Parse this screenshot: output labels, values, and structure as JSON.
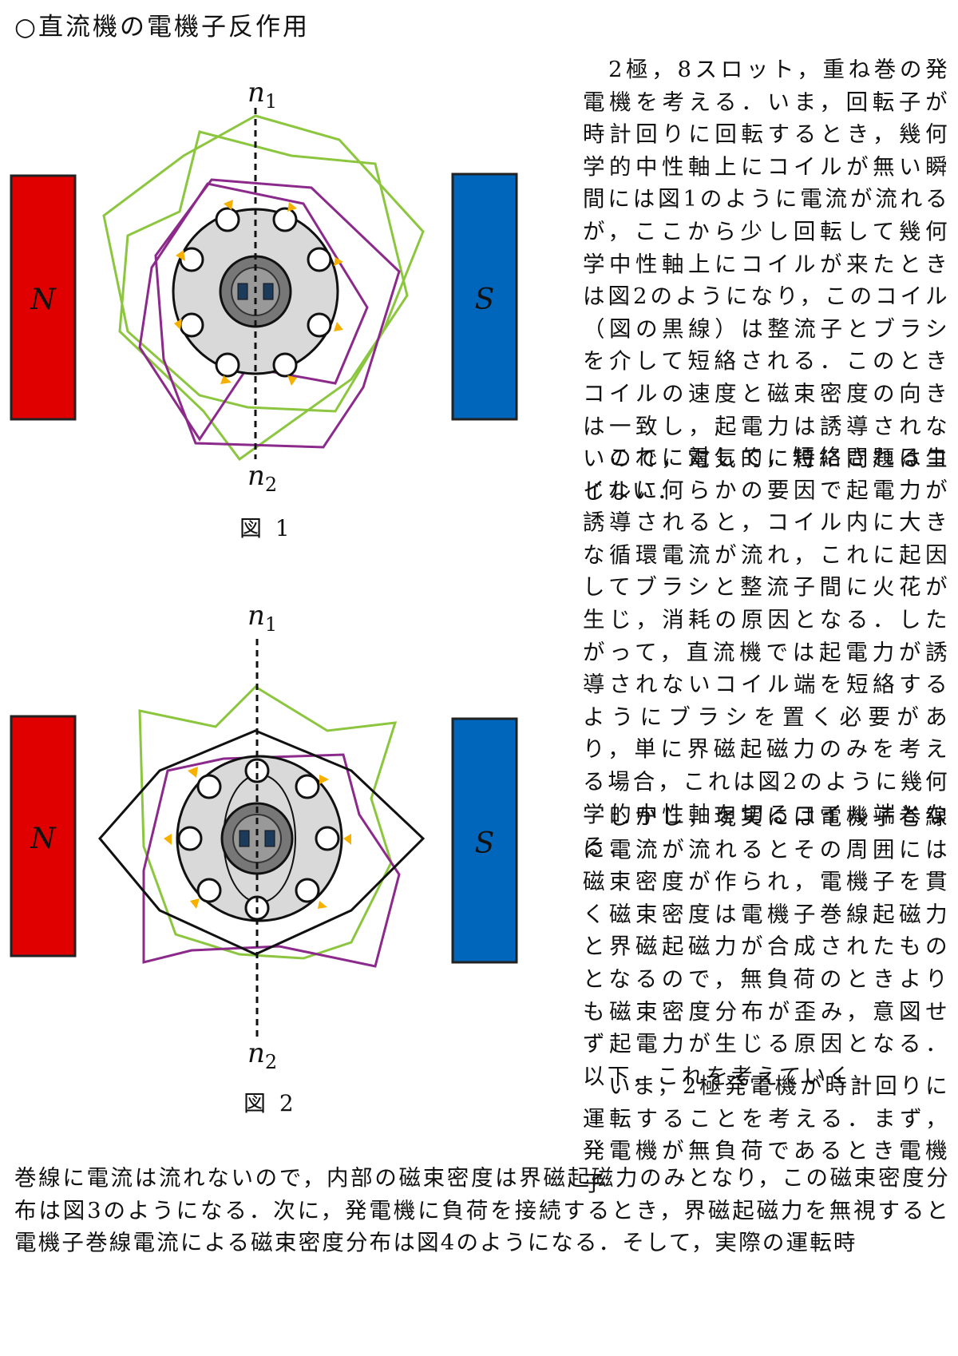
{
  "title": "○直流機の電機子反作用",
  "figure1": {
    "caption": "図 1",
    "axis_top": "n",
    "axis_top_sub": "1",
    "axis_bottom": "n",
    "axis_bottom_sub": "2",
    "pole_left": "N",
    "pole_right": "S"
  },
  "figure2": {
    "caption": "図 2",
    "axis_top": "n",
    "axis_top_sub": "1",
    "axis_bottom": "n",
    "axis_bottom_sub": "2",
    "pole_left": "N",
    "pole_right": "S"
  },
  "colors": {
    "north_pole": "#e00000",
    "south_pole": "#0066bb",
    "coil_green": "#8cc63f",
    "coil_purple": "#8b2a8b",
    "brush_yellow": "#f5b000",
    "rotor_gray": "#d9d9d9",
    "commutator_gray": "#777777"
  },
  "paragraphs": {
    "p1": "2極，8スロット，重ね巻の発電機を考える．いま，回転子が時計回りに回転するとき，幾何学的中性軸上にコイルが無い瞬間には図1のように電流が流れるが，ここから少し回転して幾何学中性軸上にコイルが来たときは図2のようになり，このコイル（図の黒線）は整流子とブラシを介して短絡される．このときコイルの速度と磁束密度の向きは一致し，起電力は誘導されないので，電気的に特に問題は生じない．",
    "p2": "これに対して，短絡されるコイルに何らかの要因で起電力が誘導されると，コイル内に大きな循環電流が流れ，これに起因してブラシと整流子間に火花が生じ，消耗の原因となる．したがって，直流機では起電力が誘導されないコイル端を短絡するようにブラシを置く必要があり，単に界磁起磁力のみを考える場合，これは図2のように幾何学的中性軸を切るコイル端となる．",
    "p3": "しかし，現実には電機子巻線に電流が流れるとその周囲には磁束密度が作られ，電機子を貫く磁束密度は電機子巻線起磁力と界磁起磁力が合成されたものとなるので，無負荷のときよりも磁束密度分布が歪み，意図せず起電力が生じる原因となる．以下，これを考えていく．",
    "p4": "いま，2極発電機が時計回りに運転することを考える．まず，発電機が無負荷であるとき電機子",
    "p4_cont": "巻線に電流は流れないので，内部の磁束密度は界磁起磁力のみとなり，この磁束密度分布は図3のようになる．次に，発電機に負荷を接続するとき，界磁起磁力を無視すると電機子巻線電流による磁束密度分布は図4のようになる．そして，実際の運転時"
  }
}
